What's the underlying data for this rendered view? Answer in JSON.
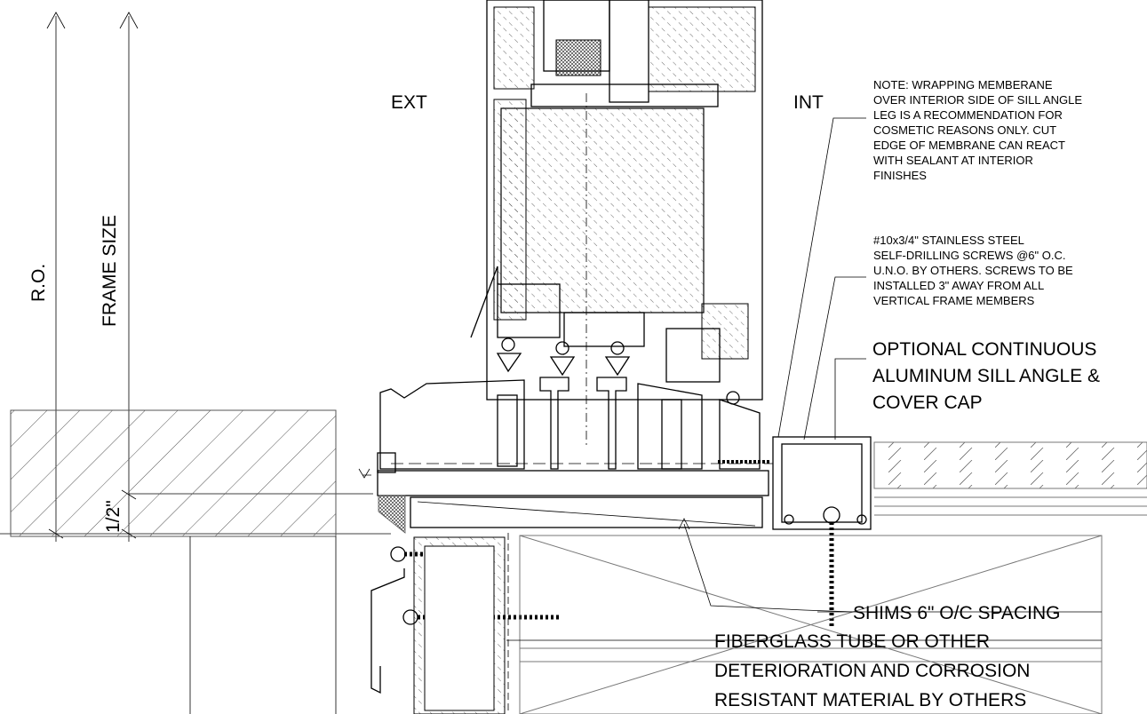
{
  "labels": {
    "ext": "EXT",
    "int": "INT",
    "ro": "R.O.",
    "frame_size": "FRAME SIZE",
    "half_inch": "1/2\""
  },
  "notes": {
    "membrane": [
      "NOTE: WRAPPING MEMBERANE",
      "OVER INTERIOR SIDE OF SILL ANGLE",
      "LEG IS A RECOMMENDATION FOR",
      "COSMETIC REASONS ONLY. CUT",
      "EDGE OF MEMBRANE CAN REACT",
      "WITH SEALANT AT INTERIOR",
      "FINISHES"
    ],
    "screws": [
      "#10x3/4\" STAINLESS STEEL",
      "SELF-DRILLING SCREWS @6\" O.C.",
      "U.N.O. BY OTHERS. SCREWS TO BE",
      "INSTALLED 3\" AWAY FROM ALL",
      "VERTICAL FRAME MEMBERS"
    ],
    "sill_angle": [
      "OPTIONAL CONTINUOUS",
      "ALUMINUM SILL ANGLE &",
      "COVER CAP"
    ],
    "shims": "SHIMS 6\" O/C SPACING",
    "fiberglass": [
      "FIBERGLASS TUBE OR OTHER",
      "DETERIORATION AND CORROSION",
      "RESISTANT MATERIAL BY OTHERS"
    ]
  }
}
